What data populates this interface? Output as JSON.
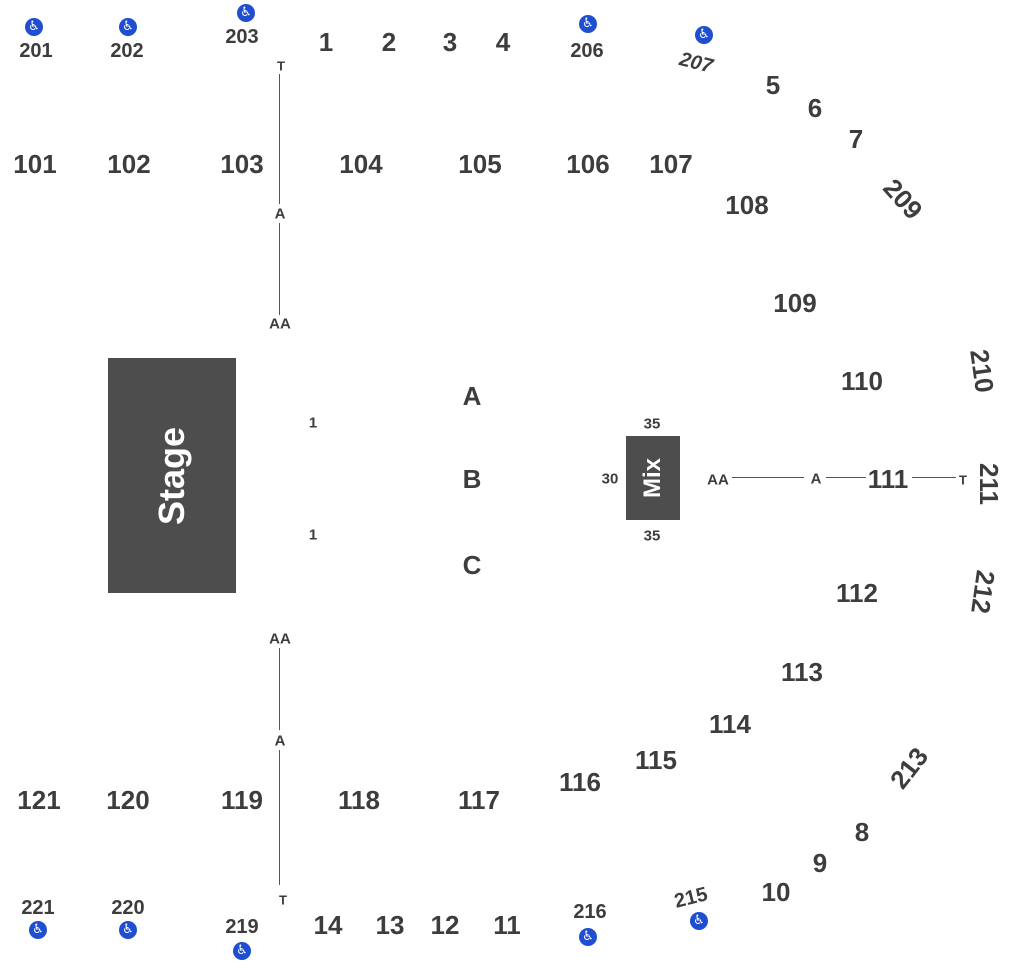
{
  "stage_label": "Stage",
  "mix_label": "Mix",
  "mix_rows": {
    "top": "35",
    "left": "30",
    "bottom": "35"
  },
  "floor_rows": [
    "A",
    "B",
    "C"
  ],
  "floor_seat_start": "1",
  "aisle_markers": {
    "t": "T",
    "a": "A",
    "aa": "AA"
  },
  "icons": {
    "accessible": "wheelchair-icon",
    "accent": "#1f4fd0",
    "block": "#4d4d4d"
  },
  "sections_100": [
    "101",
    "102",
    "103",
    "104",
    "105",
    "106",
    "107",
    "108",
    "109",
    "110",
    "111",
    "112",
    "113",
    "114",
    "115",
    "116",
    "117",
    "118",
    "119",
    "120",
    "121"
  ],
  "sections_200": [
    "201",
    "202",
    "203",
    "206",
    "207",
    "209",
    "210",
    "211",
    "212",
    "213",
    "215",
    "216",
    "219",
    "220",
    "221"
  ],
  "sections_numbered": [
    "1",
    "2",
    "3",
    "4",
    "5",
    "6",
    "7",
    "8",
    "9",
    "10",
    "11",
    "12",
    "13",
    "14"
  ]
}
